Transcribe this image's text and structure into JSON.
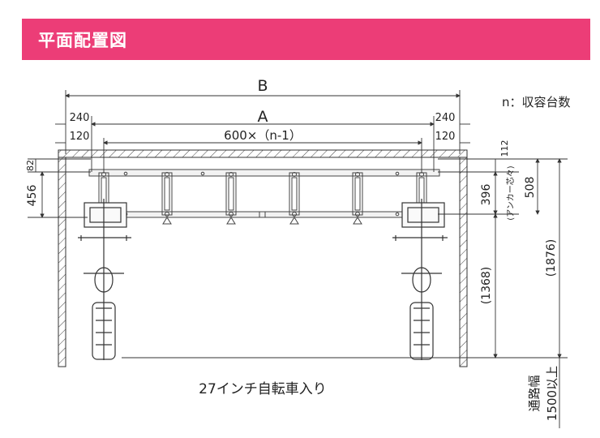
{
  "header": {
    "title": "平面配置図"
  },
  "legend": {
    "n_note": "n：収容台数"
  },
  "dimensions": {
    "B": "B",
    "A": "A",
    "left_outer": "240",
    "right_outer": "240",
    "left_inner": "120",
    "right_inner": "120",
    "pitch": "600×（n-1）",
    "top_margin": "82",
    "depth_left": "456",
    "right_112": "112",
    "right_396": "396",
    "right_508": "508",
    "right_1368": "(1368)",
    "right_1876": "(1876)",
    "anchor": "(アンカー芯々)"
  },
  "caption": "27インチ自転車入り",
  "aisle_note": "通路幅",
  "aisle_value": "1500以上",
  "colors": {
    "header": "#ec3d77",
    "line": "#333333"
  }
}
